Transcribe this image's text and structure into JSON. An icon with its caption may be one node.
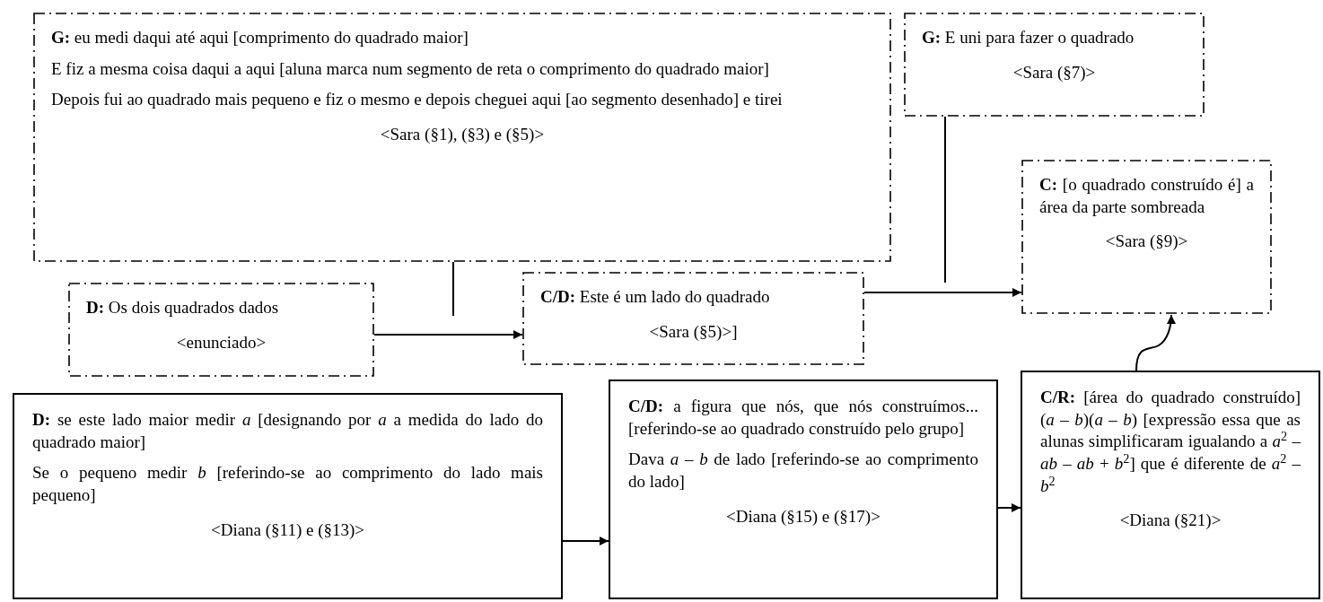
{
  "diagram": {
    "nodes": [
      {
        "text": [
          "**G:** eu medi daqui até aqui [comprimento do quadrado maior]",
          "E fiz a mesma coisa daqui a aqui [aluna marca num segmento de reta o comprimento do quadrado maior]",
          "Depois fui ao quadrado mais pequeno e fiz o mesmo e depois cheguei aqui [ao segmento desenhado] e tirei",
          "<Sara (§1), (§3) e (§5)>"
        ]
      },
      {
        "text": [
          "**G:** E uni para fazer o quadrado",
          "<Sara (§7)>"
        ]
      },
      {
        "text": [
          "**C:** [o quadrado construído é] a área da parte sombreada",
          "<Sara (§9)>"
        ]
      },
      {
        "text": [
          "**D:** Os dois quadrados dados",
          "<enunciado>"
        ]
      },
      {
        "text": [
          "**C/D:** Este é um lado do quadrado",
          "<Sara (§5)>]"
        ]
      },
      {
        "text": [
          "**D:** se este lado maior medir *a* [designando por *a* a medida do lado do quadrado maior]",
          "Se o pequeno medir *b* [referindo-se ao comprimento do lado mais pequeno]",
          "<Diana (§11) e (§13)>"
        ]
      },
      {
        "text": [
          "**C/D:** a figura que nós, que nós construímos... [referindo-se ao quadrado construído pelo grupo]",
          "Dava *a* – *b* de lado [referindo-se ao comprimento do lado]",
          "<Diana (§15) e (§17)>"
        ]
      },
      {
        "text": [
          "**C/R:** [área do quadrado construído] (*a* – *b*)(*a* – *b*) [expressão essa que as alunas simplificaram igualando a *a*$^{2}$ – *ab* – *ab* + *b*$^{2}$] que é diferente de *a*$^{2}$ – *b*$^{2}$",
          "<Diana (§21)>"
        ]
      }
    ],
    "edges": [
      {
        "from": 3,
        "to": 4,
        "arrow": "to"
      },
      {
        "from": 0,
        "to": null,
        "arrow": "none"
      },
      {
        "from": 4,
        "to": 2,
        "arrow": "to"
      },
      {
        "from": 1,
        "to": null,
        "arrow": "none"
      },
      {
        "from": 5,
        "to": 6,
        "arrow": "to"
      },
      {
        "from": 6,
        "to": 7,
        "arrow": "to"
      },
      {
        "from": 7,
        "to": 2,
        "arrow": "to"
      }
    ]
  }
}
